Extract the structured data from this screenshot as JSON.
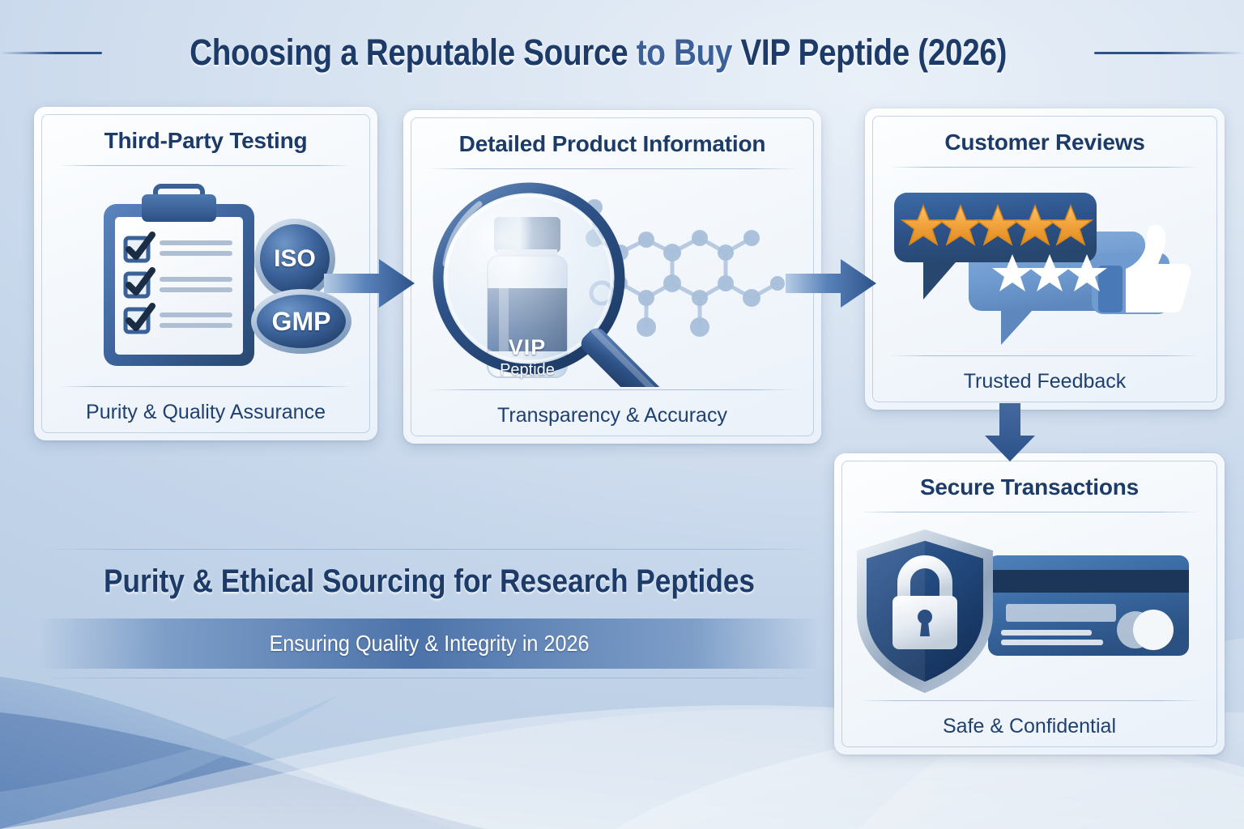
{
  "header": {
    "title_part1": "Choosing a Reputable Source ",
    "title_part2": "to Buy ",
    "title_part3": "VIP Peptide (2026)",
    "title_full": "Choosing a Reputable Source to Buy VIP Peptide (2026)"
  },
  "cards": [
    {
      "id": "testing",
      "title": "Third-Party Testing",
      "footer": "Purity & Quality Assurance",
      "icon": "clipboard-checklist-icon",
      "badges": [
        {
          "label": "ISO",
          "shape": "circle"
        },
        {
          "label": "GMP",
          "shape": "ellipse"
        }
      ]
    },
    {
      "id": "product",
      "title": "Detailed Product Information",
      "footer": "Transparency & Accuracy",
      "icon": "magnifier-vial-icon",
      "vial": {
        "line1": "VIP",
        "line2": "Peptide"
      }
    },
    {
      "id": "reviews",
      "title": "Customer Reviews",
      "footer": "Trusted Feedback",
      "icon": "review-bubbles-thumbsup-icon",
      "rating_primary_stars": 5,
      "rating_secondary_stars": 3
    },
    {
      "id": "secure",
      "title": "Secure Transactions",
      "footer": "Safe & Confidential",
      "icon": "shield-lock-creditcard-icon"
    }
  ],
  "arrows": [
    {
      "name": "arrow-testing-to-product",
      "direction": "right"
    },
    {
      "name": "arrow-product-to-reviews",
      "direction": "right"
    },
    {
      "name": "arrow-reviews-to-secure",
      "direction": "down"
    }
  ],
  "banner": {
    "headline_part1": "Purity & Ethical Sourcing ",
    "headline_part2": "for Research Peptides",
    "headline_full": "Purity & Ethical Sourcing for Research Peptides",
    "subtitle": "Ensuring Quality & Integrity in 2026"
  },
  "colors": {
    "background": "#c4d5ea",
    "title_dark": "#1d3b68",
    "title_light": "#3b6098",
    "card_bg": "#f6fafd",
    "accent_navy": "#2d5289",
    "accent_blue": "#4a79b8",
    "accent_light_blue": "#6f9bd1",
    "star_gold": "#f0a23c",
    "banner_band": "#466ea6",
    "silver": "#d6dee8"
  }
}
